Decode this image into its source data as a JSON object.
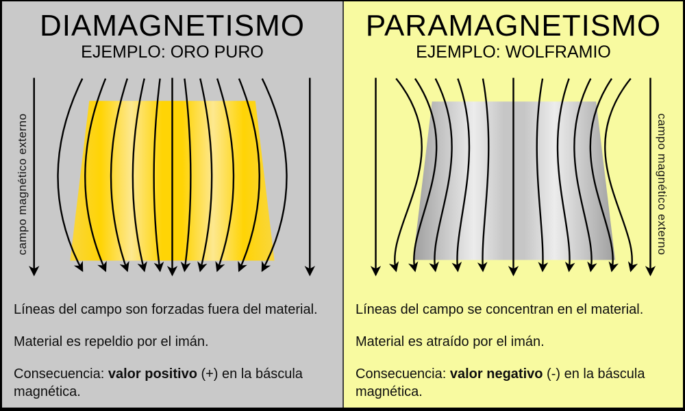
{
  "divider_color": "#3f3f3f",
  "border_color": "#000000",
  "field_line_color": "#000000",
  "panels": {
    "diamagnetism": {
      "title": "DIAMAGNETISMO",
      "subtitle": "EJEMPLO: ORO PURO",
      "field_label": "campo magnético externo",
      "background": "#c9c9c9",
      "material_colors": {
        "edge": "#f9d63e",
        "base": "#ffd405",
        "sheen": "#fde88f"
      },
      "field_lines_count": 13,
      "notes": {
        "line1": "Líneas del campo son forzadas fuera del material.",
        "line2": "Material es repeldio por el imán.",
        "line3_prefix": "Consecuencia: ",
        "line3_bold": "valor positivo",
        "line3_suffix": " (+) en la báscula magnética."
      }
    },
    "paramagnetism": {
      "title": "PARAMAGNETISMO",
      "subtitle": "EJEMPLO: WOLFRAMIO",
      "field_label": "campo magnético externo",
      "background": "#f8faa0",
      "material_colors": {
        "edge": "#9e9e9e",
        "base": "#c6c6c6",
        "sheen": "#ececec"
      },
      "field_lines_count": 13,
      "notes": {
        "line1": "Líneas del campo se concentran en el material.",
        "line2": "Material es atraído por el imán.",
        "line3_prefix": "Consecuencia: ",
        "line3_bold": "valor negativo",
        "line3_suffix": " (-) en la báscula magnética."
      }
    }
  }
}
